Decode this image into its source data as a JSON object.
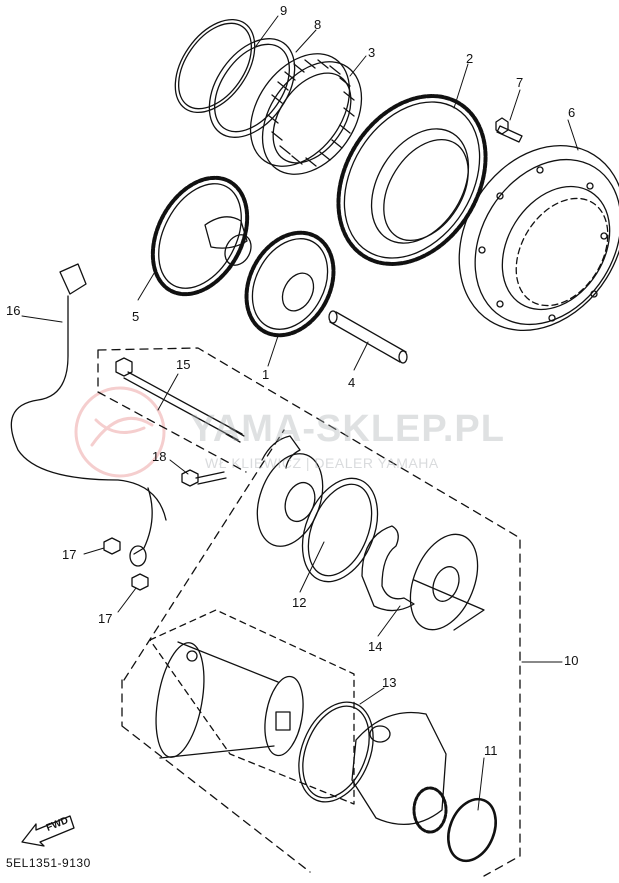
{
  "diagram": {
    "part_code": "5EL1351-9130",
    "fwd_label": "FWD",
    "watermark": {
      "brand": "YAMA-SKLEP.PL",
      "subtitle": "WŁ KLIEWICZ | DEALER YAMAHA"
    },
    "callouts": [
      "1",
      "2",
      "3",
      "4",
      "5",
      "6",
      "7",
      "8",
      "9",
      "10",
      "11",
      "12",
      "13",
      "14",
      "15",
      "16",
      "17",
      "17",
      "18"
    ]
  }
}
